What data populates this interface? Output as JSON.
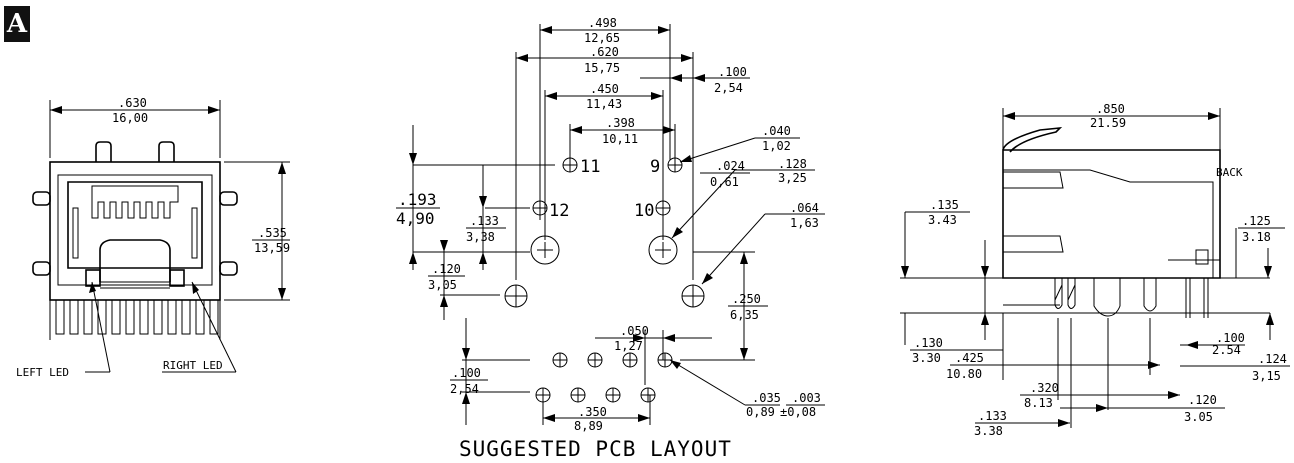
{
  "view_label": "A",
  "front_view": {
    "width_in": ".630",
    "width_mm": "16,00",
    "height_in": ".535",
    "height_mm": "13,59",
    "left_led": "LEFT LED",
    "right_led": "RIGHT LED"
  },
  "pcb_layout": {
    "title": "SUGGESTED PCB LAYOUT",
    "pins": {
      "p9": "9",
      "p10": "10",
      "p11": "11",
      "p12": "12"
    },
    "d_498_in": ".498",
    "d_498_mm": "12,65",
    "d_620_in": ".620",
    "d_620_mm": "15,75",
    "d_450_in": ".450",
    "d_450_mm": "11,43",
    "d_398_in": ".398",
    "d_398_mm": "10,11",
    "d_100a_in": ".100",
    "d_100a_mm": "2,54",
    "d_040_in": ".040",
    "d_040_mm": "1,02",
    "d_024_in": ".024",
    "d_024_mm": "0,61",
    "d_128_in": ".128",
    "d_128_mm": "3,25",
    "d_064_in": ".064",
    "d_064_mm": "1,63",
    "d_193_in": ".193",
    "d_193_mm": "4,90",
    "d_133_in": ".133",
    "d_133_mm": "3,38",
    "d_120_in": ".120",
    "d_120_mm": "3,05",
    "d_250_in": ".250",
    "d_250_mm": "6,35",
    "d_050_in": ".050",
    "d_050_mm": "1,27",
    "d_100b_in": ".100",
    "d_100b_mm": "2,54",
    "d_035_in": ".035",
    "d_035_mm": "0,89",
    "tol_in": ".003",
    "tol_mm": "±0,08",
    "d_350_in": ".350",
    "d_350_mm": "8,89"
  },
  "side_view": {
    "back_label": "BACK",
    "d_850_in": ".850",
    "d_850_mm": "21.59",
    "d_135_in": ".135",
    "d_135_mm": "3.43",
    "d_125_in": ".125",
    "d_125_mm": "3.18",
    "d_130_in": ".130",
    "d_130_mm": "3.30",
    "d_425_in": ".425",
    "d_425_mm": "10.80",
    "d_100_in": ".100",
    "d_100_mm": "2.54",
    "d_124_in": ".124",
    "d_124_mm": "3,15",
    "d_320_in": ".320",
    "d_320_mm": "8.13",
    "d_120_in": ".120",
    "d_120_mm": "3.05",
    "d_133_in": ".133",
    "d_133_mm": "3.38"
  }
}
